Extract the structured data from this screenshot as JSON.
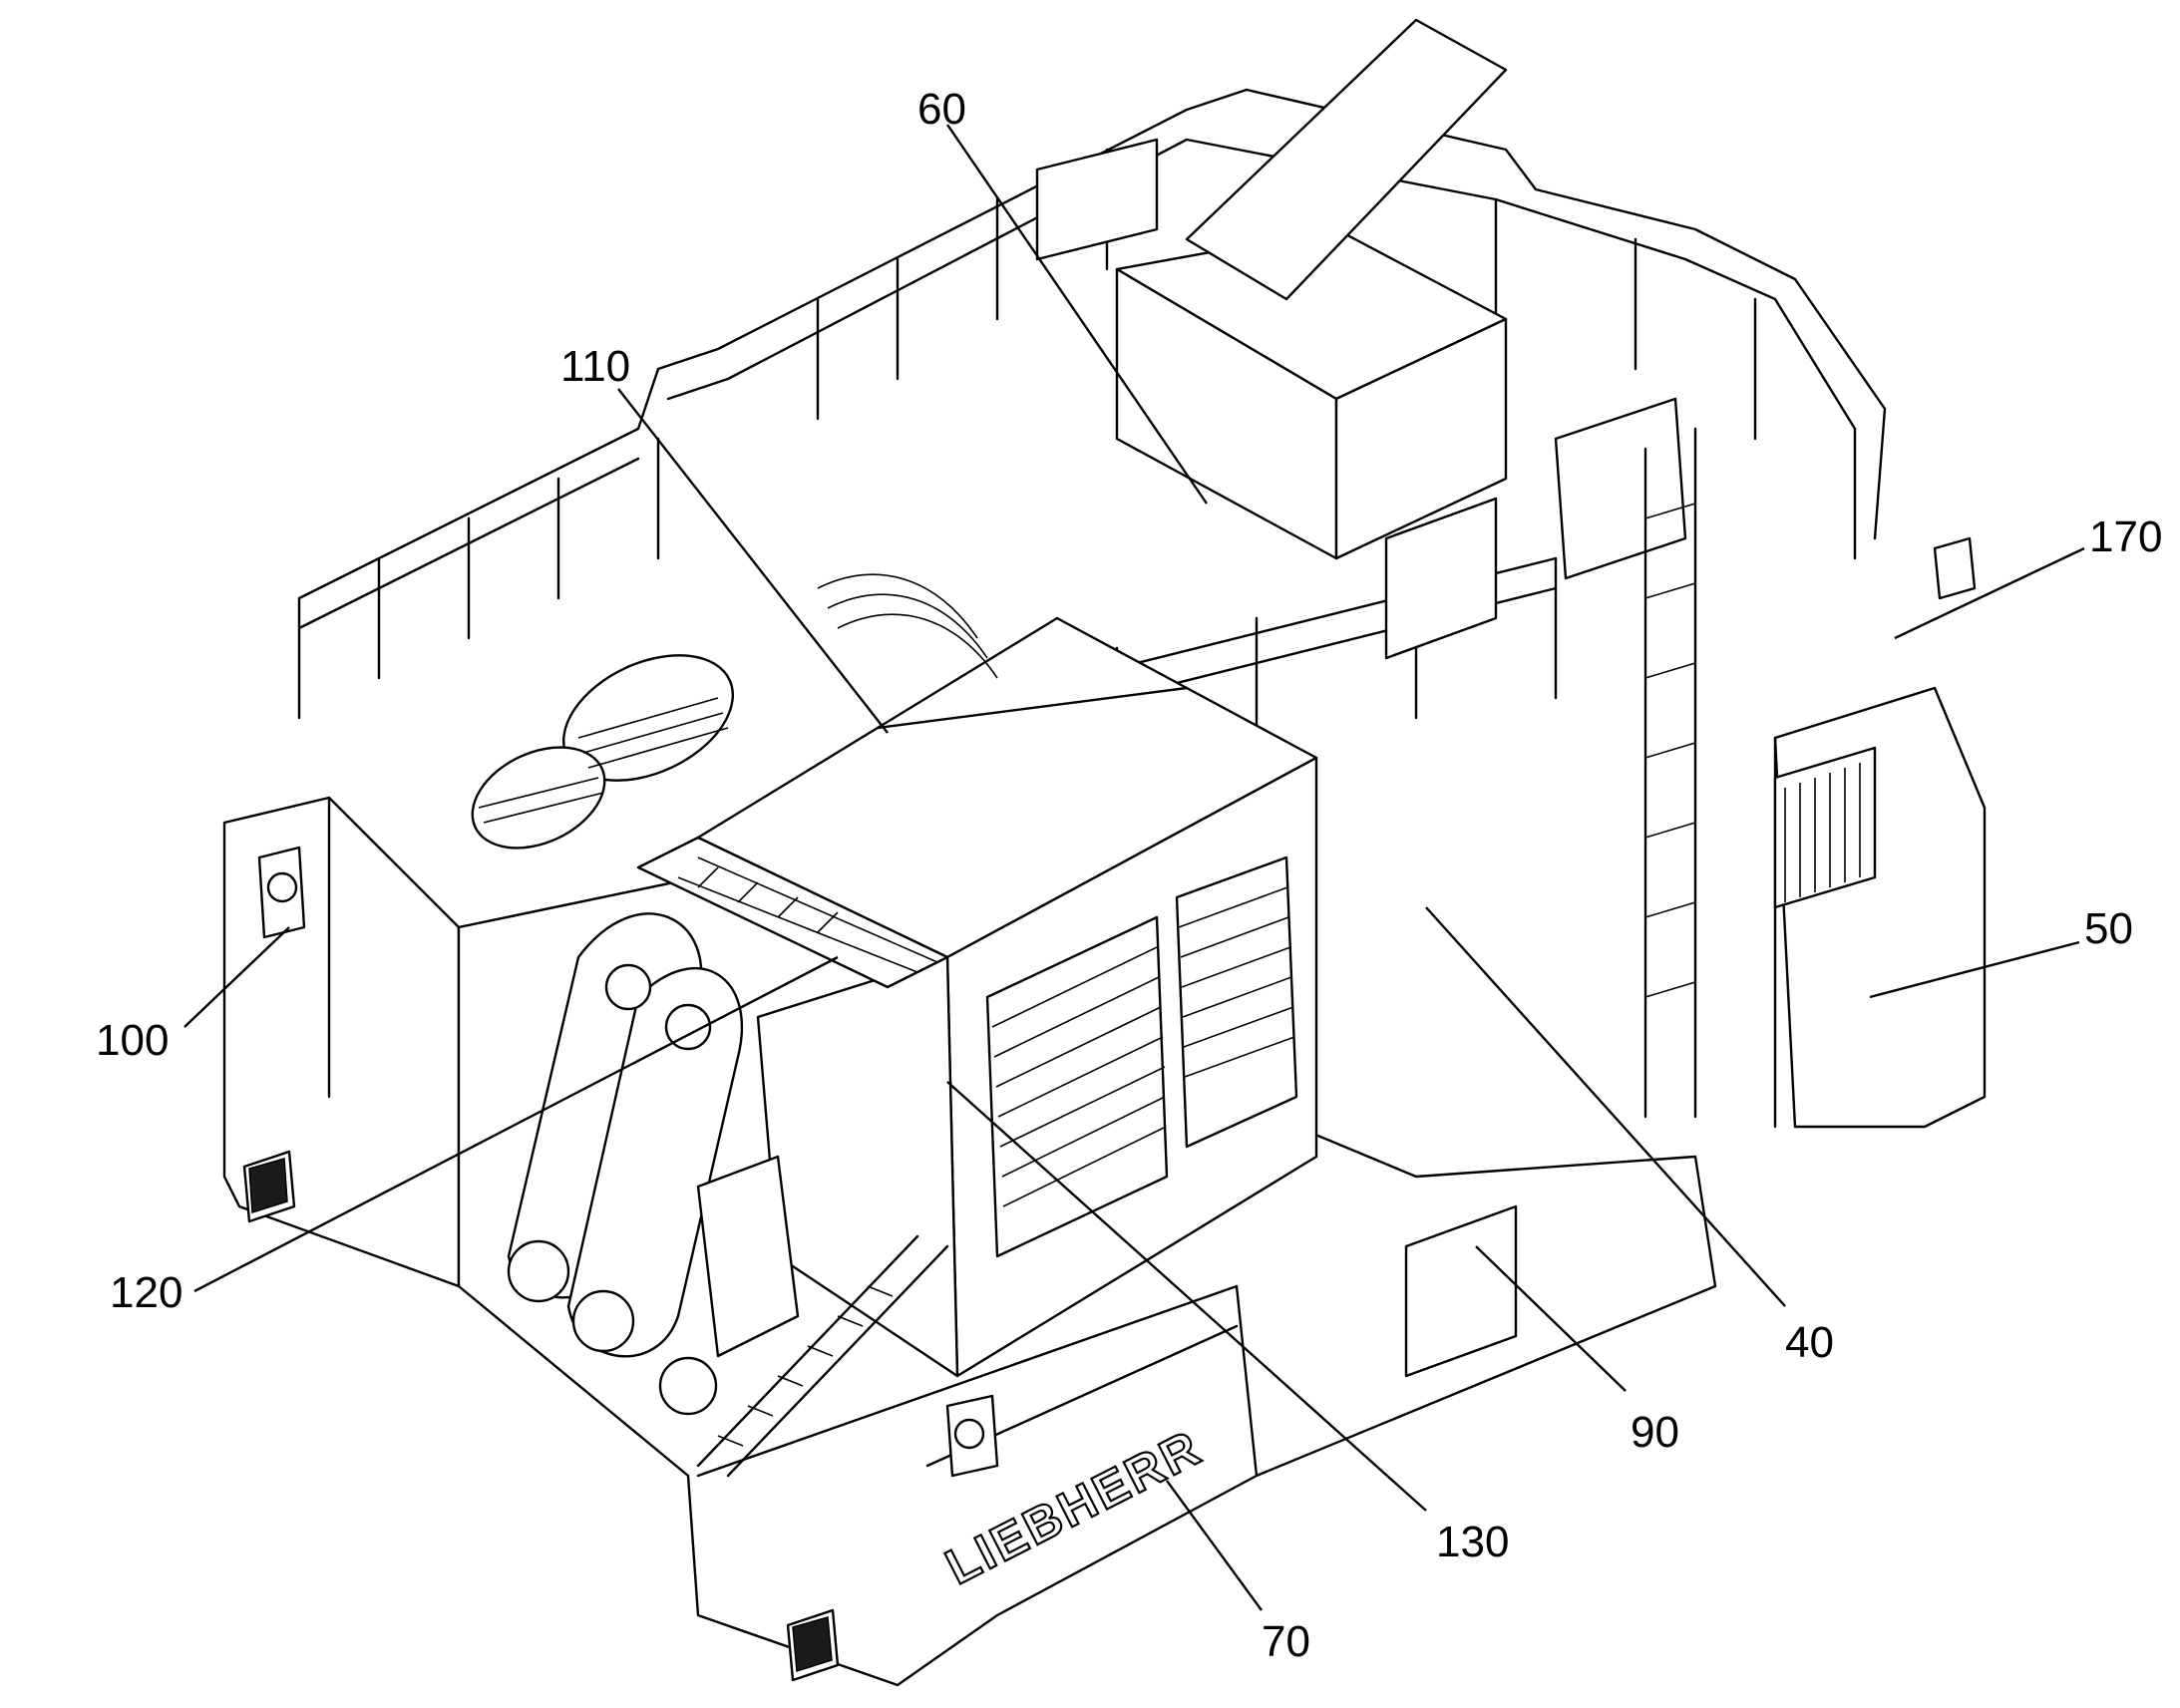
{
  "brand_text": "LIEBHERR",
  "callouts": [
    {
      "id": "60",
      "label": "60"
    },
    {
      "id": "110",
      "label": "110"
    },
    {
      "id": "170",
      "label": "170"
    },
    {
      "id": "50",
      "label": "50"
    },
    {
      "id": "100",
      "label": "100"
    },
    {
      "id": "120",
      "label": "120"
    },
    {
      "id": "40",
      "label": "40"
    },
    {
      "id": "90",
      "label": "90"
    },
    {
      "id": "130",
      "label": "130"
    },
    {
      "id": "70",
      "label": "70"
    }
  ]
}
